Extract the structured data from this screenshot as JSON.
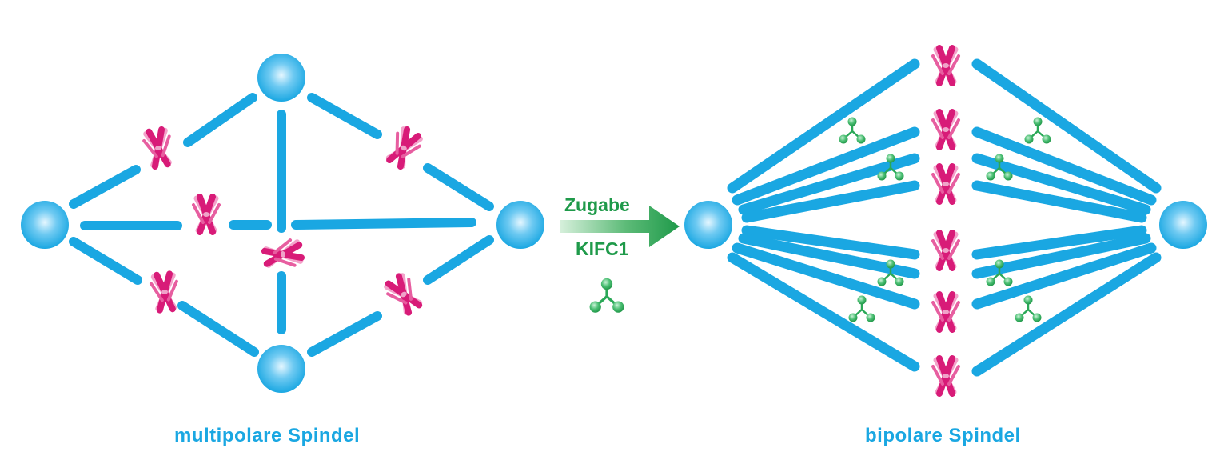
{
  "left_caption": "multipolare Spindel",
  "right_caption": "bipolare Spindel",
  "arrow": {
    "top_label": "Zugabe",
    "bottom_label": "KIFC1"
  },
  "colors": {
    "microtubule": "#1aa7e2",
    "pole": "#1aa7e2",
    "pole_highlight": "#d9f3ff",
    "chromosome_dark": "#d81b78",
    "chromosome_light": "#f090c0",
    "kifc1": "#2aa857",
    "kifc1_highlight": "#b8ecc8",
    "arrow": "#1f9a4a",
    "caption": "#1aa7e2"
  },
  "icons": [
    "centrosome-pole",
    "chromosome-icon",
    "kifc1-motor-icon",
    "arrow-icon"
  ]
}
